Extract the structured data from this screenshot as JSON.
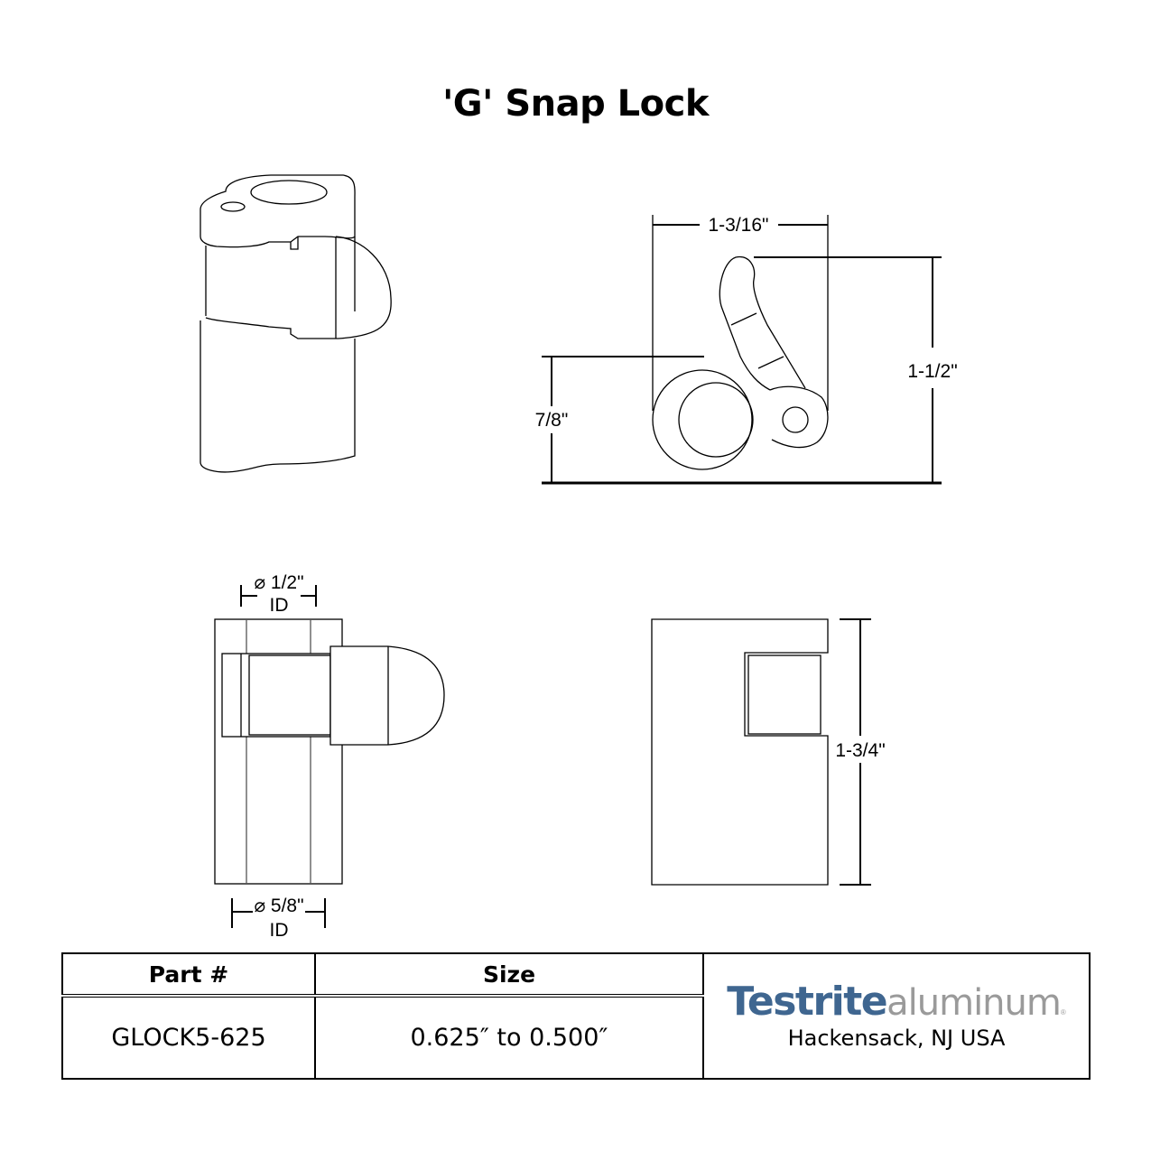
{
  "title": "'G' Snap Lock",
  "views": {
    "top_right": {
      "width_dim": "1-3/16\"",
      "height_dim": "1-1/2\"",
      "ring_height_dim": "7/8\""
    },
    "bottom_left": {
      "inner_id_dim": "⌀ 1/2\"",
      "inner_id_label": "ID",
      "outer_id_dim": "⌀ 5/8\"",
      "outer_id_label": "ID"
    },
    "bottom_right": {
      "height_dim": "1-3/4\""
    }
  },
  "table": {
    "headers": [
      "Part #",
      "Size"
    ],
    "rows": [
      {
        "part": "GLOCK5-625",
        "size": "0.625″ to 0.500″"
      }
    ],
    "brand": {
      "name_bold": "Testrite",
      "name_light": "aluminum",
      "registered": "®",
      "location": "Hackensack, NJ USA",
      "bold_color": "#3f6690",
      "light_color": "#9a9a9a"
    }
  }
}
